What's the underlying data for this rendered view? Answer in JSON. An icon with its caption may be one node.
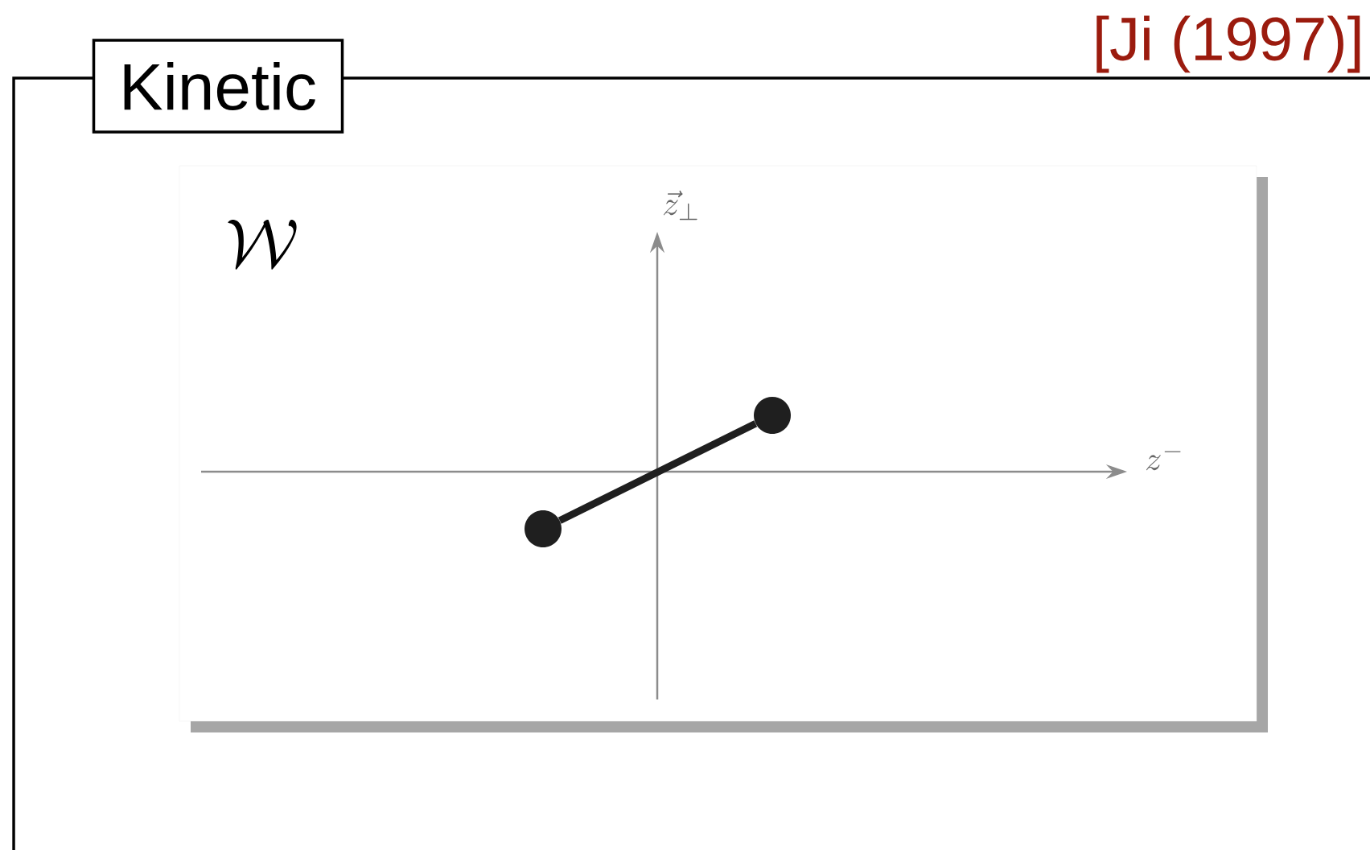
{
  "diagram": {
    "nodes": [
      {
        "text": [
          "Kinetic"
        ]
      },
      {
        "text": [],
        "shape": "circle",
        "in": 0
      },
      {
        "text": [],
        "shape": "circle",
        "in": 0
      }
    ],
    "edges": [
      {
        "from": 1,
        "to": 2,
        "arrow": "none"
      }
    ],
    "labels": [
      "[Ji (1997)]",
      "\\mathcal{W}",
      "\\vec{z}_\\perp",
      "z^-"
    ]
  }
}
